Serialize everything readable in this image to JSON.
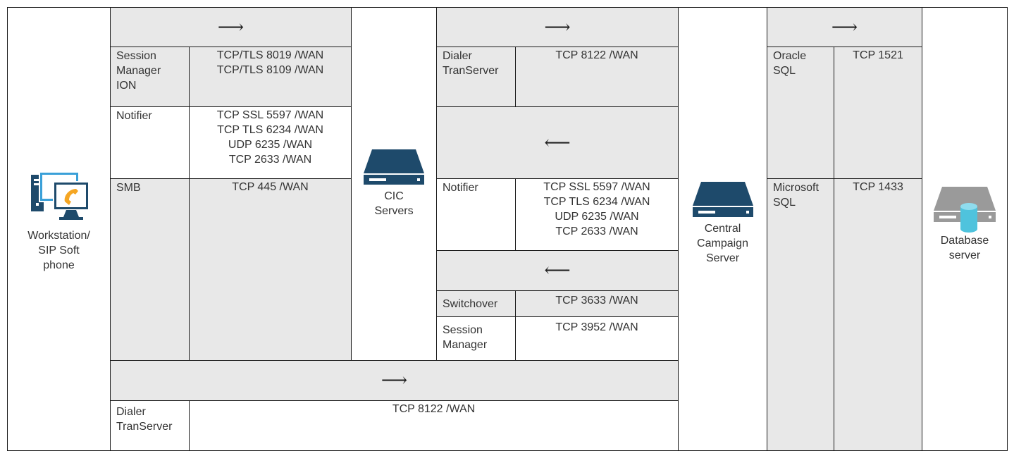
{
  "colors": {
    "server_blue": "#1e4a6b",
    "db_gray": "#9a9a9a",
    "db_cyan": "#4fc3dd",
    "cell_gray": "#e8e8e8",
    "phone_orange": "#f5a623"
  },
  "nodes": {
    "workstation": {
      "label_lines": [
        "Workstation/",
        "SIP Soft",
        "phone"
      ],
      "icon": "workstation-phone-icon"
    },
    "cic": {
      "label_lines": [
        "CIC",
        "Servers"
      ],
      "icon": "server-icon"
    },
    "campaign": {
      "label_lines": [
        "Central",
        "Campaign",
        "Server"
      ],
      "icon": "server-icon"
    },
    "database": {
      "label_lines": [
        "Database",
        "server"
      ],
      "icon": "database-server-icon"
    }
  },
  "arrows": {
    "right": "⟶",
    "left": "⟵"
  },
  "ws_cic": [
    {
      "name": "Session Manager ION",
      "ports": [
        "TCP/TLS 8019 /WAN",
        "TCP/TLS 8109 /WAN"
      ]
    },
    {
      "name": "Notifier",
      "ports": [
        "TCP SSL 5597 /WAN",
        "TCP TLS 6234 /WAN",
        "UDP 6235 /WAN",
        "TCP 2633 /WAN"
      ]
    },
    {
      "name": "SMB",
      "ports": [
        "TCP 445 /WAN"
      ]
    }
  ],
  "ws_campaign": [
    {
      "name": "Dialer TranServer",
      "ports": [
        "TCP 8122 /WAN"
      ]
    }
  ],
  "cic_campaign_forward": [
    {
      "name": "Dialer TranServer",
      "ports": [
        "TCP 8122 /WAN"
      ]
    }
  ],
  "campaign_cic_back": [
    {
      "name": "Notifier",
      "ports": [
        "TCP SSL 5597 /WAN",
        "TCP TLS 6234 /WAN",
        "UDP 6235 /WAN",
        "TCP 2633 /WAN"
      ]
    }
  ],
  "campaign_cic_back2": [
    {
      "name": "Switchover",
      "ports": [
        "TCP 3633 /WAN"
      ]
    },
    {
      "name": "Session Manager",
      "ports": [
        "TCP 3952 /WAN"
      ]
    }
  ],
  "campaign_db": [
    {
      "name": "Oracle SQL",
      "ports": [
        "TCP 1521"
      ]
    },
    {
      "name": "Microsoft SQL",
      "ports": [
        "TCP 1433"
      ]
    }
  ]
}
